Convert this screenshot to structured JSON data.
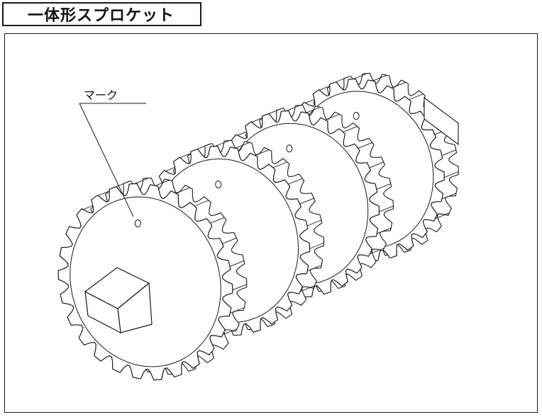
{
  "title": "一体形スプロケット",
  "callout": {
    "label": "マーク"
  },
  "colors": {
    "line": "#1a1a1a",
    "background": "#ffffff"
  },
  "sprockets": [
    {
      "name": "sprocket-1",
      "teeth": 26
    },
    {
      "name": "sprocket-2",
      "teeth": 26
    },
    {
      "name": "sprocket-3",
      "teeth": 26
    },
    {
      "name": "sprocket-4",
      "teeth": 26
    }
  ]
}
